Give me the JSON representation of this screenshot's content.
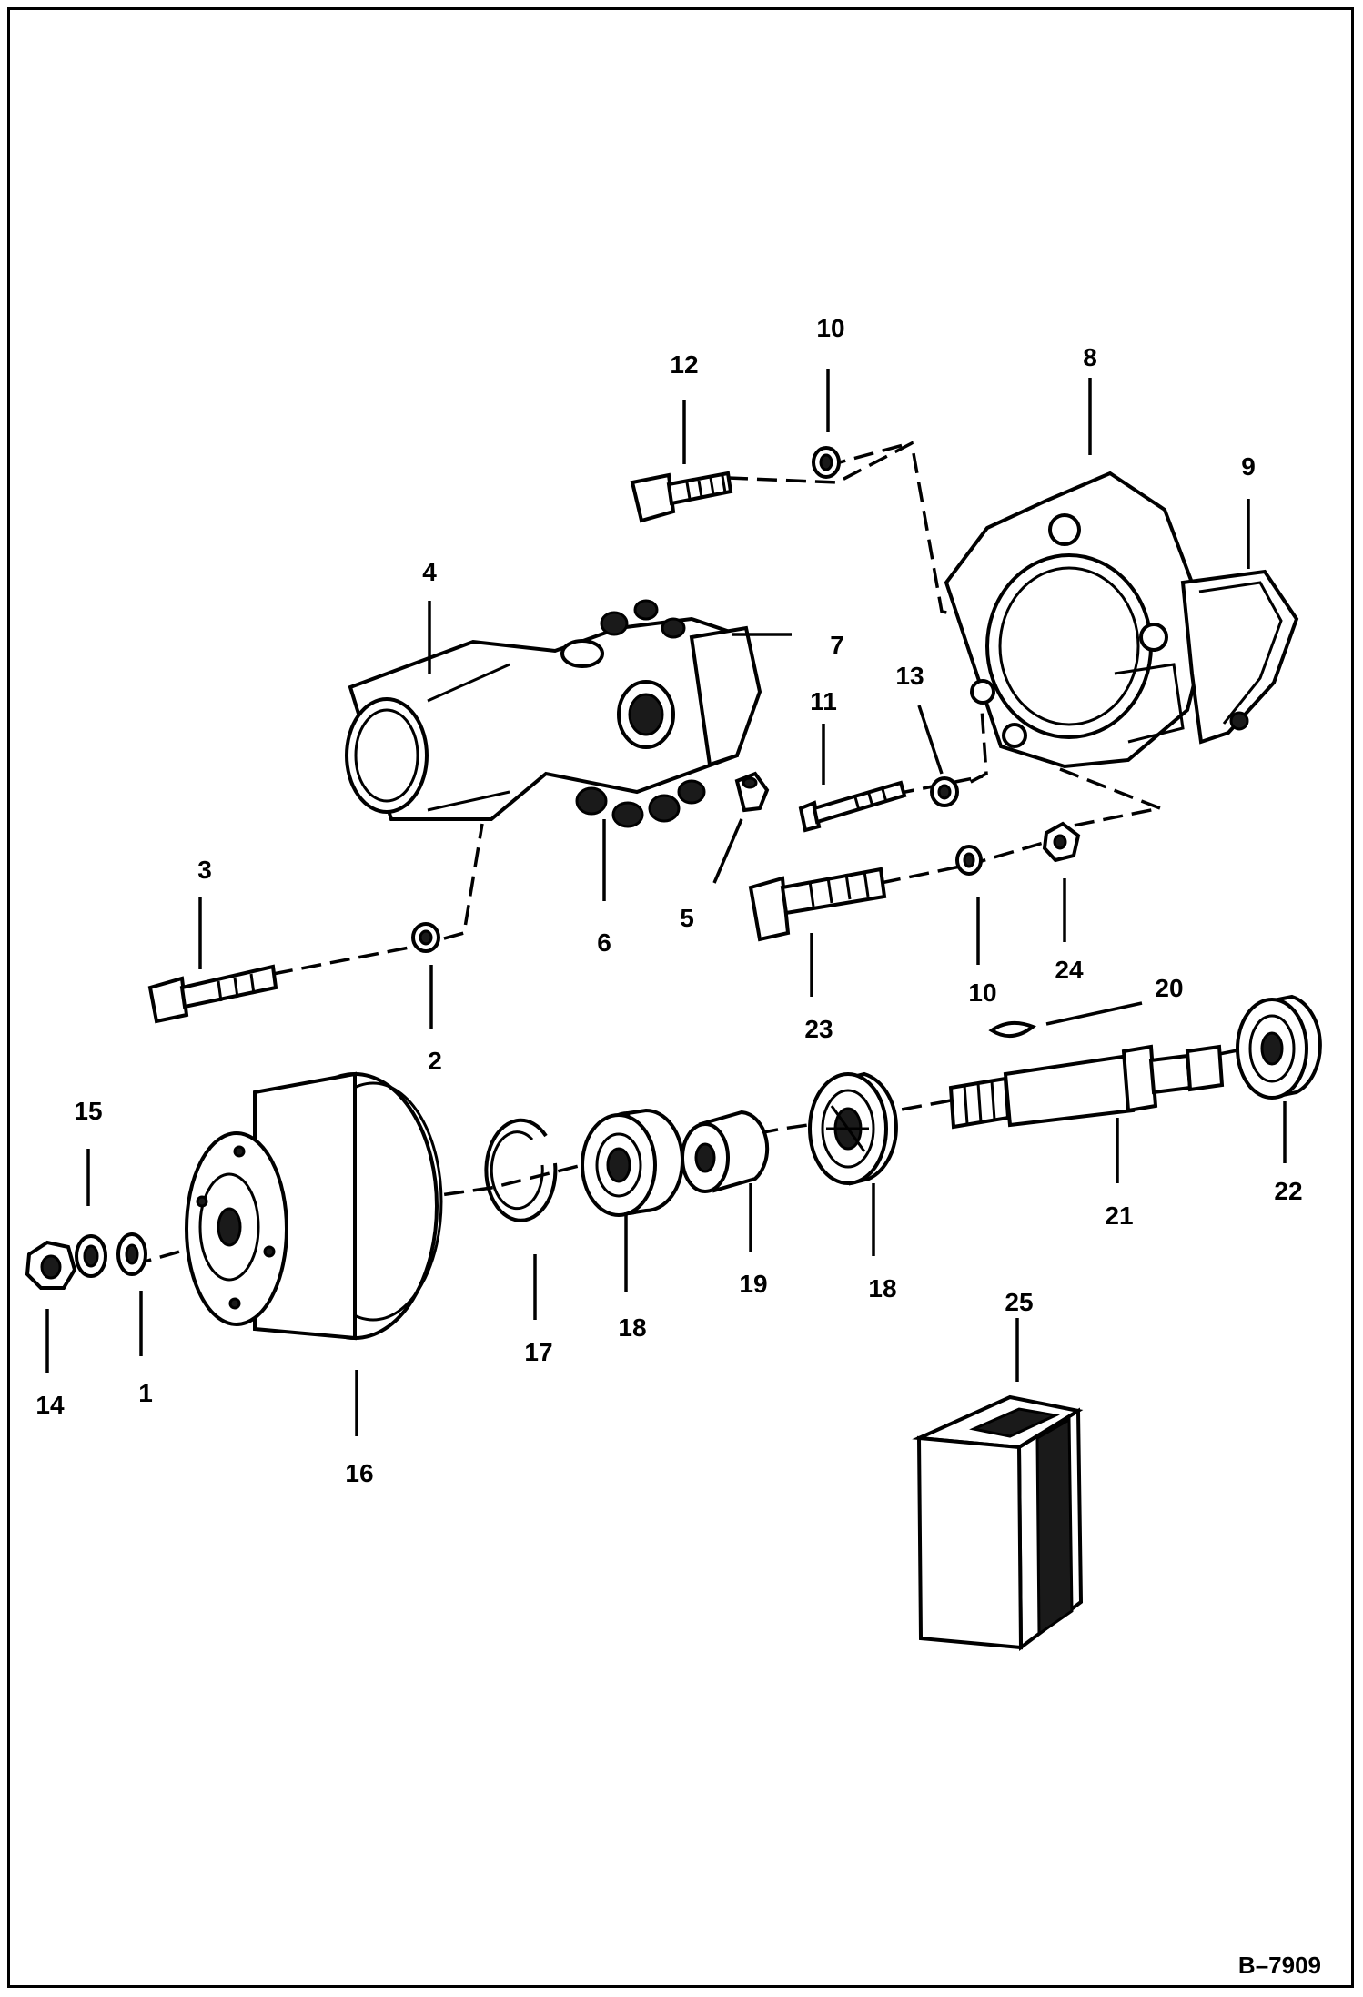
{
  "figure_id": "B–7909",
  "colors": {
    "ink": "#000000",
    "paper": "#ffffff"
  },
  "callouts": {
    "c1": "1",
    "c2": "2",
    "c3": "3",
    "c4": "4",
    "c5": "5",
    "c6": "6",
    "c7": "7",
    "c8": "8",
    "c9": "9",
    "c10a": "10",
    "c10b": "10",
    "c11": "11",
    "c12": "12",
    "c13": "13",
    "c14": "14",
    "c15": "15",
    "c16": "16",
    "c17": "17",
    "c18a": "18",
    "c18b": "18",
    "c19": "19",
    "c20": "20",
    "c21": "21",
    "c22": "22",
    "c23": "23",
    "c24": "24",
    "c25": "25"
  }
}
